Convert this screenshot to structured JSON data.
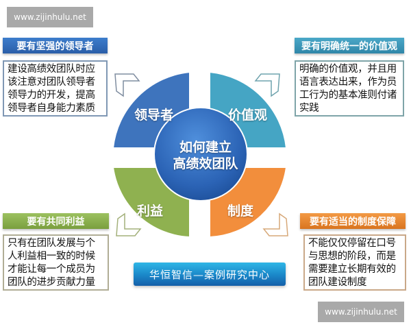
{
  "watermarks": {
    "top": "www.zijinhulu.net",
    "bottom": "www.zijinhulu.net"
  },
  "center": {
    "line1": "如何建立",
    "line2": "高绩效团队",
    "color": "#2f6fc4"
  },
  "quadrants": [
    {
      "position": "top-left",
      "label": "领导者",
      "color": "#3e74bd",
      "header": "要有坚强的领导者",
      "description": "建设高绩效团队时应\n该注意对团队领导者\n领导力的开发，提高\n领导者自身能力素质"
    },
    {
      "position": "top-right",
      "label": "价值观",
      "color": "#45a5c4",
      "header": "要有明确统一的价值观",
      "description": "明确的价值观，并且用\n语言表达出来，作为员\n工行为的基本准则付诸\n实践"
    },
    {
      "position": "bottom-left",
      "label": "利益",
      "color": "#8fb150",
      "header": "要有共同利益",
      "description": "只有在团队发展与个\n人利益相一致的时候\n才能让每一个成员为\n团队的进步贡献力量"
    },
    {
      "position": "bottom-right",
      "label": "制度",
      "color": "#f28e3c",
      "header": "要有适当的制度保障",
      "description": "不能仅仅停留在口号\n与思想的阶段，而是\n需要建立长期有效的\n团队建设制度"
    }
  ],
  "banner": {
    "text": "华恒智信—案例研究中心"
  }
}
